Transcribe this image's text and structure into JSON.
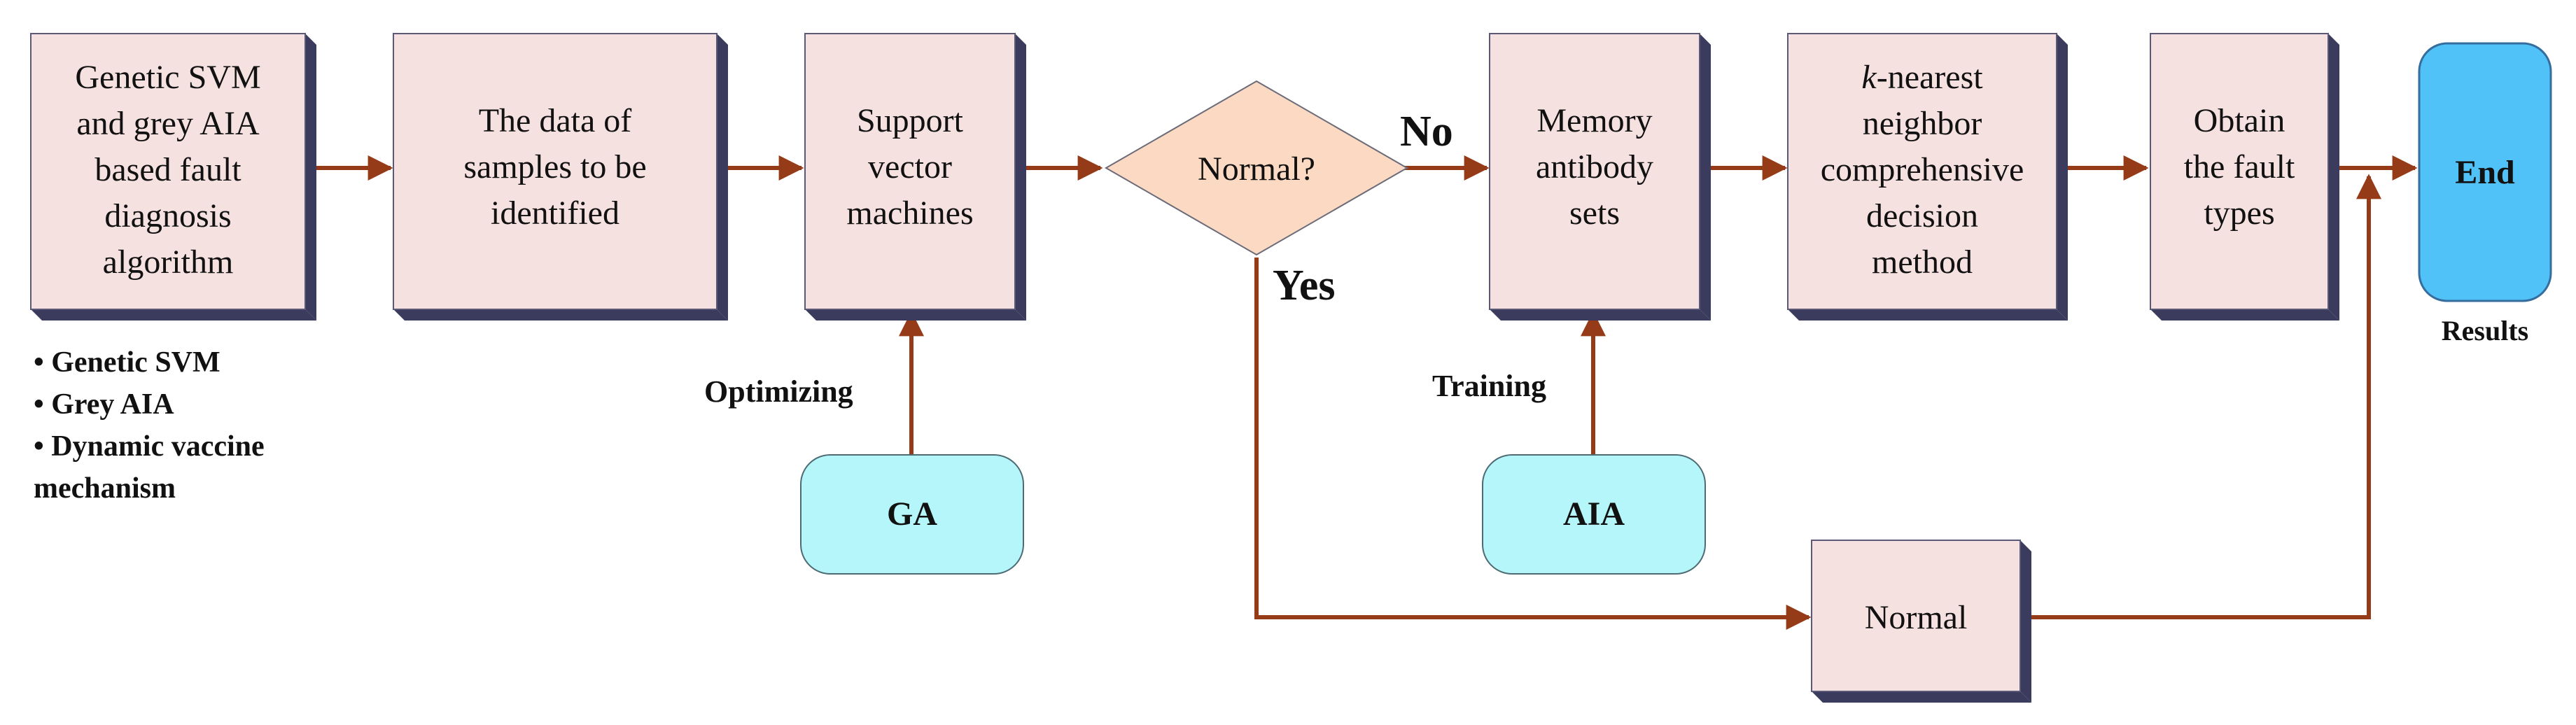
{
  "nodes": {
    "algorithm_box": {
      "lines": [
        "Genetic SVM",
        "and grey AIA",
        "based fault",
        "diagnosis",
        "algorithm"
      ]
    },
    "samples_box": {
      "lines": [
        "The data of",
        "samples to be",
        "identified"
      ]
    },
    "svm_box": {
      "lines": [
        "Support",
        "vector",
        "machines"
      ]
    },
    "decision": {
      "label": "Normal?"
    },
    "memory_box": {
      "lines": [
        "Memory",
        "antibody",
        "sets"
      ]
    },
    "knn_box": {
      "lines": [
        "k-nearest",
        "neighbor",
        "comprehensive",
        "decision",
        "method"
      ]
    },
    "fault_box": {
      "lines": [
        "Obtain",
        "the fault",
        "types"
      ]
    },
    "end": {
      "label": "End",
      "caption": "Results"
    },
    "ga": {
      "label": "GA"
    },
    "aia": {
      "label": "AIA"
    },
    "normal_box": {
      "label": "Normal"
    }
  },
  "edge_labels": {
    "no": "No",
    "yes": "Yes",
    "optimizing": "Optimizing",
    "training": "Training"
  },
  "bullets": [
    "Genetic SVM",
    "Grey AIA",
    "Dynamic vaccine",
    "mechanism"
  ],
  "colors": {
    "box_fill": "#f6e1e1",
    "box_side": "#3b3b5e",
    "arrow": "#963b17",
    "diamond_fill": "#fbd9c2",
    "cyan_fill": "#b4f6fa",
    "end_fill": "#51c2f8"
  }
}
